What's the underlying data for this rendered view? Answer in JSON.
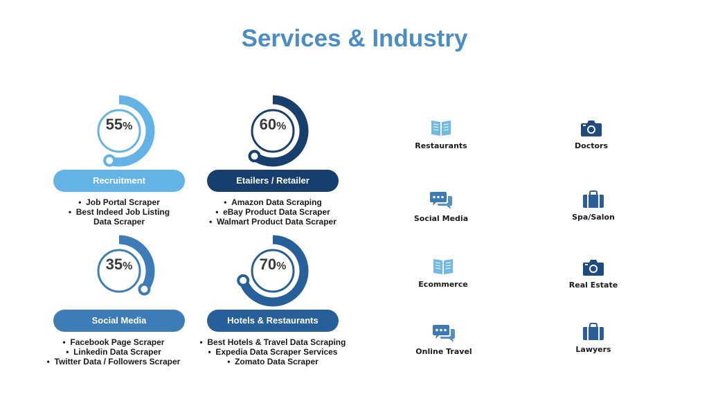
{
  "title": "Services & Industry",
  "services": [
    {
      "percent": "55",
      "symbol": "%",
      "label": "Recruitment",
      "color": "#63b3e6",
      "items": [
        "Job Portal Scraper",
        "Best Indeed Job Listing",
        "Data Scraper"
      ]
    },
    {
      "percent": "60",
      "symbol": "%",
      "label": "Etailers / Retailer",
      "color": "#163f6e",
      "items": [
        "Amazon Data Scraping",
        "eBay Product Data Scraper",
        "Walmart Product Data Scraper"
      ]
    },
    {
      "percent": "35",
      "symbol": "%",
      "label": "Social Media",
      "color": "#3d7cb7",
      "items": [
        "Facebook Page Scraper",
        "Linkedin Data Scraper",
        "Twitter Data / Followers Scraper"
      ]
    },
    {
      "percent": "70",
      "symbol": "%",
      "label": "Hotels & Restaurants",
      "color": "#265f99",
      "items": [
        "Best Hotels & Travel Data Scraping",
        "Expedia Data Scraper Services",
        "Zomato Data Scraper"
      ]
    }
  ],
  "industries": [
    {
      "label": "Restaurants",
      "icon": "book-icon",
      "color": "#72b8e5"
    },
    {
      "label": "Doctors",
      "icon": "camera-icon",
      "color": "#1e4c80"
    },
    {
      "label": "Social Media",
      "icon": "chat-icon",
      "color": "#3c7ab6"
    },
    {
      "label": "Spa/Salon",
      "icon": "briefcase-icon",
      "color": "#2c5e97"
    },
    {
      "label": "Ecommerce",
      "icon": "book-icon",
      "color": "#72b8e5"
    },
    {
      "label": "Real Estate",
      "icon": "camera-icon",
      "color": "#1e4c80"
    },
    {
      "label": "Online Travel",
      "icon": "chat-icon",
      "color": "#3c7ab6"
    },
    {
      "label": "Lawyers",
      "icon": "briefcase-icon",
      "color": "#2c5e97"
    }
  ]
}
